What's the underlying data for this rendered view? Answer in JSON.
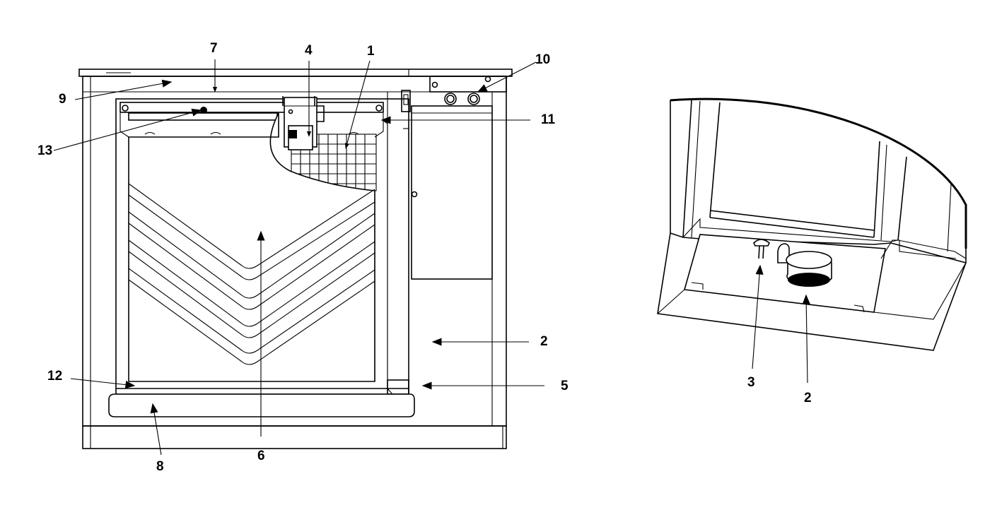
{
  "callouts": {
    "front": {
      "c1": "1",
      "c2": "2",
      "c4": "4",
      "c5": "5",
      "c6": "6",
      "c7": "7",
      "c8": "8",
      "c9": "9",
      "c10": "10",
      "c11": "11",
      "c12": "12",
      "c13": "13"
    },
    "detail": {
      "c2": "2",
      "c3": "3"
    }
  }
}
